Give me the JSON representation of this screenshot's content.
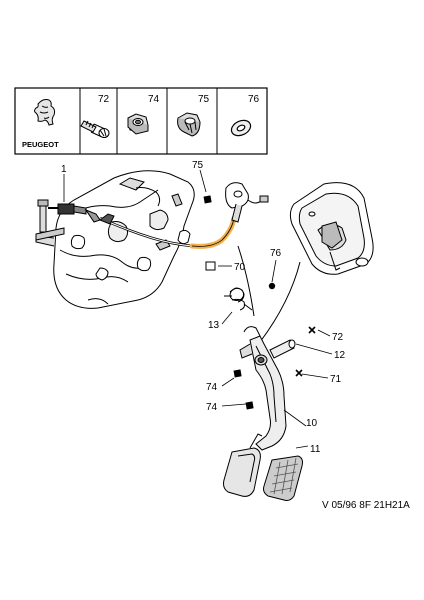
{
  "parts_box": {
    "brand": "PEUGEOT",
    "cells": [
      {
        "number": "72",
        "icon": "bolt-icon"
      },
      {
        "number": "74",
        "icon": "nut-icon"
      },
      {
        "number": "75",
        "icon": "cap-nut-icon"
      },
      {
        "number": "76",
        "icon": "washer-icon"
      }
    ]
  },
  "callouts": {
    "c1": "1",
    "c75": "75",
    "c70": "70",
    "c76": "76",
    "c13": "13",
    "c72": "72",
    "c12": "12",
    "c71": "71",
    "c74a": "74",
    "c74b": "74",
    "c10": "10",
    "c11": "11"
  },
  "reference": "V 05/96 8F 21H21A",
  "colors": {
    "line": "#000000",
    "highlight": "#f3b04a",
    "shade": "#d8d8d8"
  }
}
